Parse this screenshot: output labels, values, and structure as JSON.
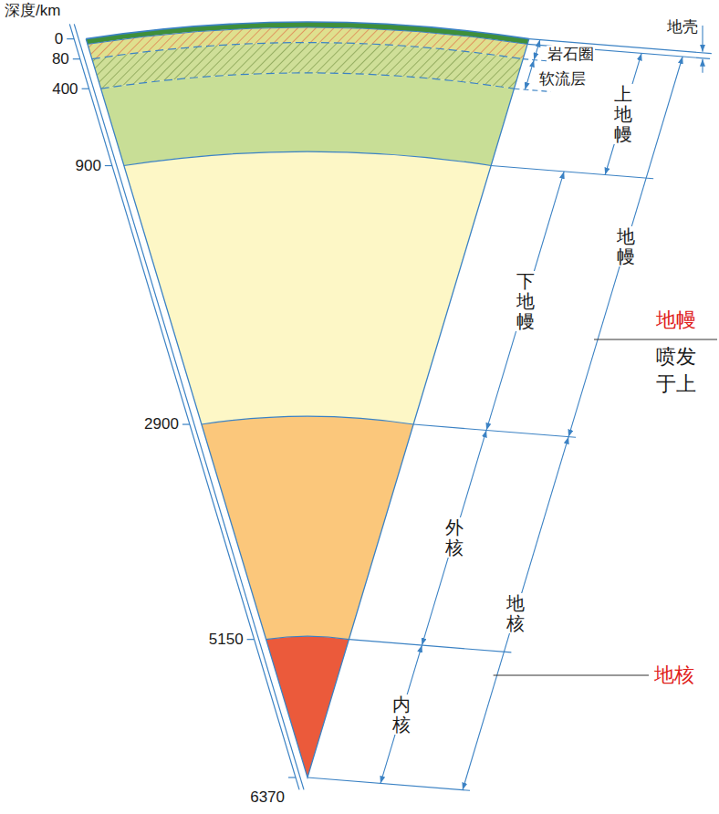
{
  "diagram": {
    "labels": [
      "深度/km",
      "0",
      "80",
      "400",
      "900",
      "2900",
      "5150",
      "6370",
      "地壳",
      "岩石圈",
      "软流层",
      "上地幔",
      "地幔",
      "下地幔",
      "外核",
      "地核",
      "内核",
      "地幔",
      "喷发",
      "于上",
      "地核"
    ]
  }
}
